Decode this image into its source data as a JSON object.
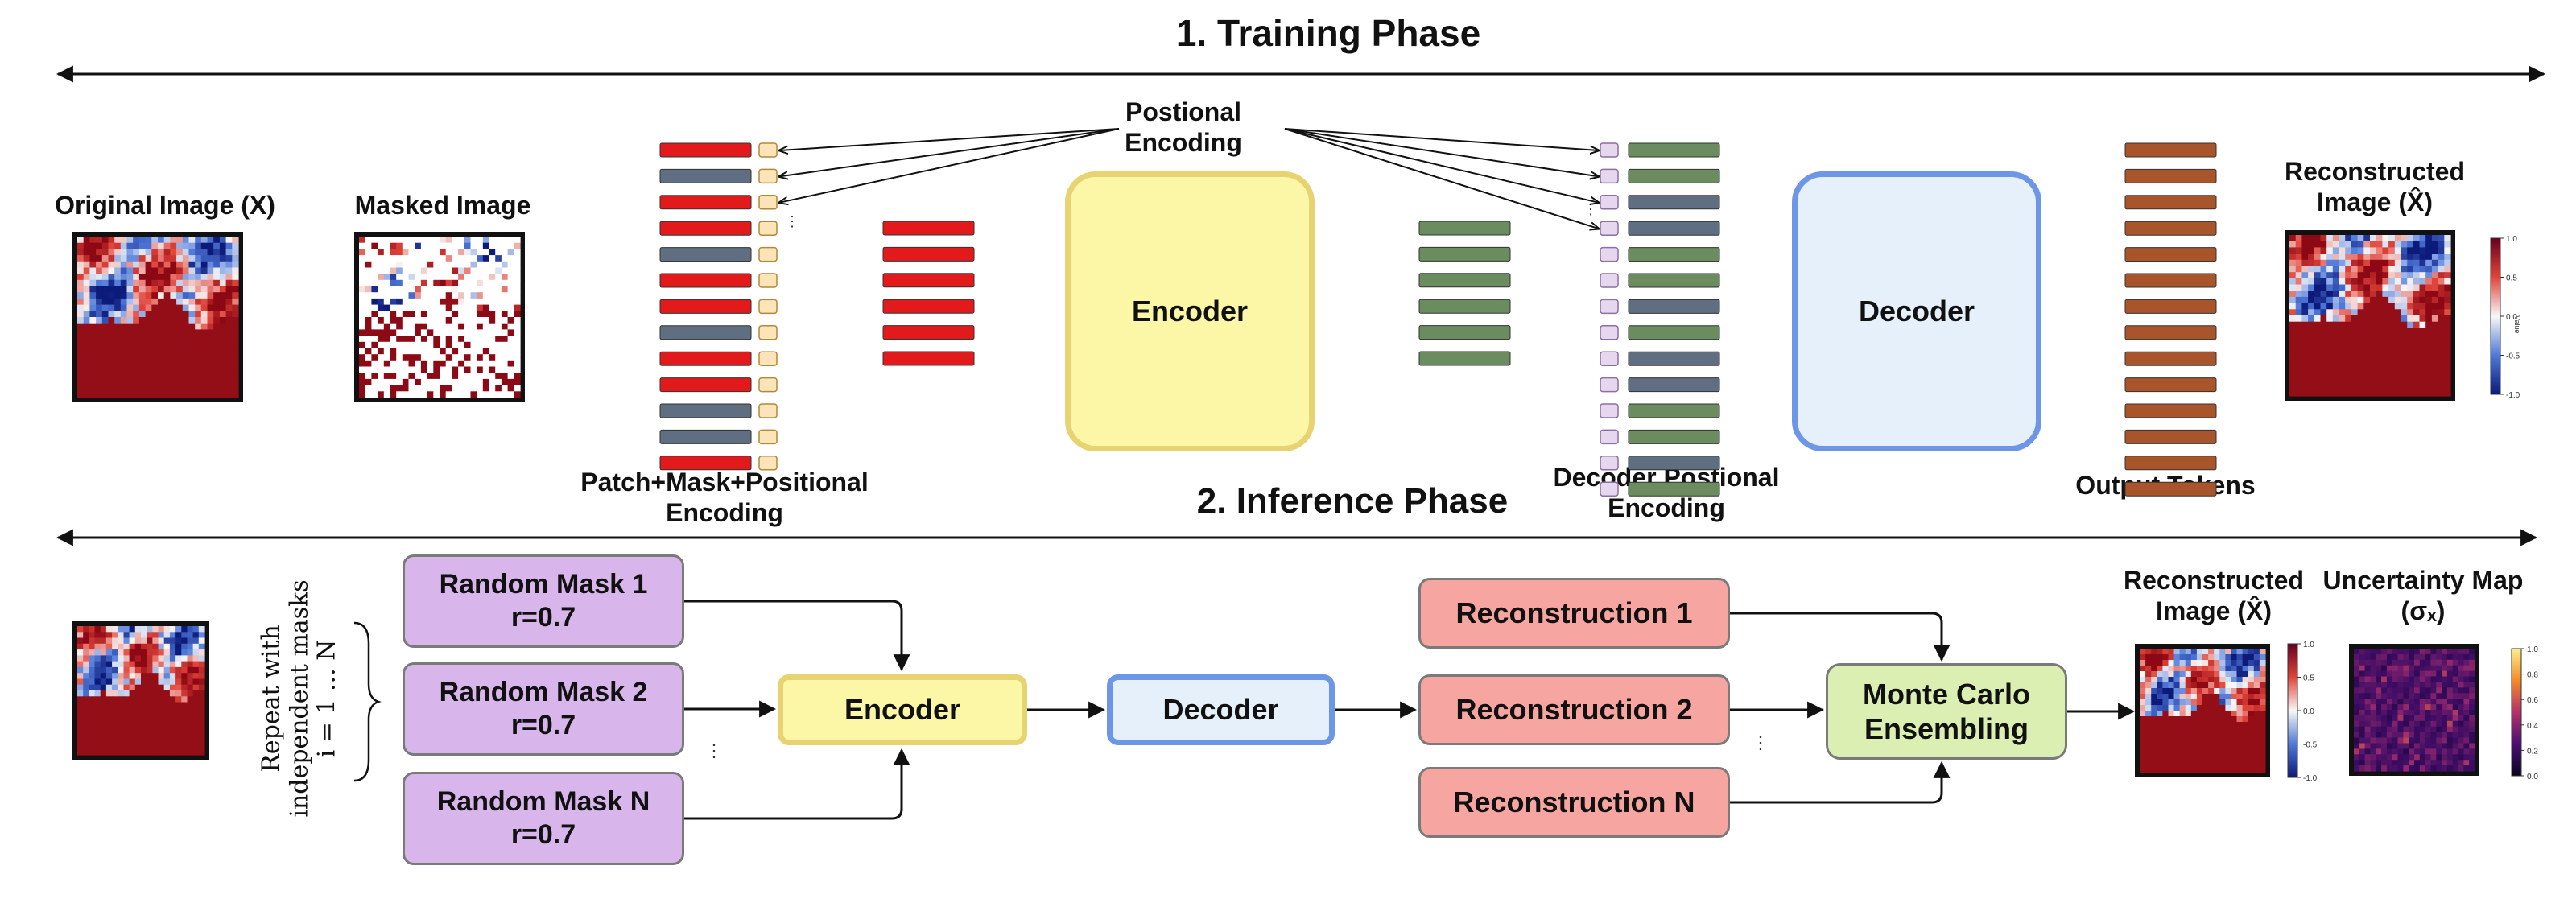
{
  "training": {
    "heading": "1. Training  Phase",
    "original_image_label": "Original Image (X)",
    "masked_image_label": "Masked Image",
    "positional_encoding_label": "Postional\nEncoding",
    "patch_label": "Patch+Mask+Positional\nEncoding",
    "encoder_label": "Encoder",
    "decoder_label": "Decoder",
    "decoder_pos_label": "Decoder Postional\nEncoding",
    "output_tokens_label": "Output Tokens",
    "reconstructed_label": "Reconstructed\nImage (X̂)",
    "colorbar_ticks": [
      "1.0",
      "0.5",
      "0.0",
      "-0.5",
      "-1.0"
    ],
    "colorbar_title": "Value"
  },
  "inference": {
    "heading": "2. Inference Phase",
    "repeat_label": "Repeat with\nindependent masks\ni = 1 ... N",
    "masks": [
      {
        "name": "Random Mask 1",
        "ratio": "r=0.7"
      },
      {
        "name": "Random Mask 2",
        "ratio": "r=0.7"
      },
      {
        "name": "Random Mask N",
        "ratio": "r=0.7"
      }
    ],
    "encoder_label": "Encoder",
    "decoder_label": "Decoder",
    "reconstructions": [
      "Reconstruction 1",
      "Reconstruction 2",
      "Reconstruction N"
    ],
    "monte_carlo_label": "Monte Carlo\nEnsembling",
    "reconstructed_label": "Reconstructed\nImage (X̂)",
    "uncertainty_label": "Uncertainty Map\n(σₓ)",
    "colorbar_ticks_recon": [
      "1.0",
      "0.5",
      "0.0",
      "-0.5",
      "-1.0"
    ],
    "colorbar_ticks_unc": [
      "1.0",
      "0.8",
      "0.6",
      "0.4",
      "0.2",
      "0.0"
    ],
    "ellipsis": "⋮"
  },
  "colors": {
    "red_token": "#e31a1c",
    "gray_token": "#5f6e80",
    "green_token": "#6b8c5e",
    "brown_token": "#a9552b",
    "pos_enc_encoder": "#fde4b8",
    "pos_enc_decoder": "#e6d7ef"
  },
  "token_sequences": {
    "encoder_input": [
      "red",
      "gray",
      "red",
      "red",
      "gray",
      "red",
      "red",
      "gray",
      "red",
      "red",
      "gray",
      "gray",
      "red"
    ],
    "visible_tokens": 6,
    "latent_tokens": 6,
    "decoder_input": [
      "green",
      "green",
      "gray",
      "gray",
      "green",
      "green",
      "gray",
      "green",
      "gray",
      "gray",
      "green",
      "green",
      "gray",
      "green"
    ],
    "output_tokens": 14
  }
}
